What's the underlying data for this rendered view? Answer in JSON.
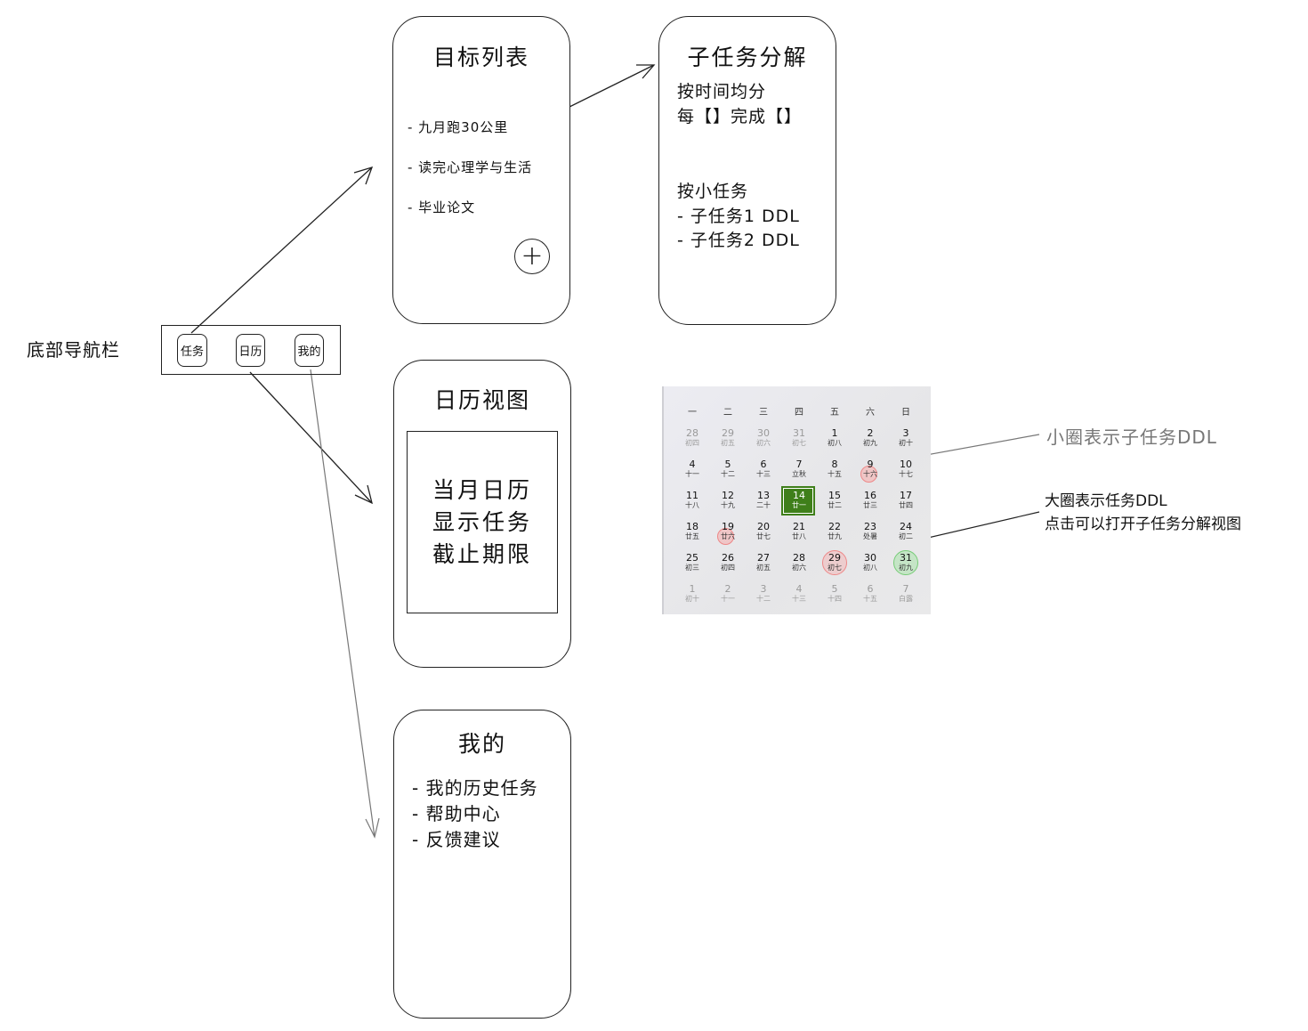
{
  "navbar": {
    "label": "底部导航栏",
    "buttons": [
      "任务",
      "日历",
      "我的"
    ]
  },
  "goal_list": {
    "title": "目标列表",
    "items": [
      "- 九月跑30公里",
      "- 读完心理学与生活",
      "- 毕业论文"
    ],
    "add_symbol": "+"
  },
  "subtask": {
    "title": "子任务分解",
    "lines": [
      "按时间均分",
      "每【】完成【】",
      "按小任务",
      "- 子任务1 DDL",
      "- 子任务2 DDL"
    ]
  },
  "calendar_view": {
    "title": "日历视图",
    "box_lines": [
      "当月日历",
      "显示任务",
      "截止期限"
    ]
  },
  "me": {
    "title": "我的",
    "items": [
      "- 我的历史任务",
      "- 帮助中心",
      "- 反馈建议"
    ]
  },
  "calendar": {
    "weekdays": [
      "一",
      "二",
      "三",
      "四",
      "五",
      "六",
      "日"
    ],
    "weeks": [
      [
        [
          "28",
          "初四"
        ],
        [
          "29",
          "初五"
        ],
        [
          "30",
          "初六"
        ],
        [
          "31",
          "初七"
        ],
        [
          "1",
          "初八"
        ],
        [
          "2",
          "初九"
        ],
        [
          "3",
          "初十"
        ]
      ],
      [
        [
          "4",
          "十一"
        ],
        [
          "5",
          "十二"
        ],
        [
          "6",
          "十三"
        ],
        [
          "7",
          "立秋"
        ],
        [
          "8",
          "十五"
        ],
        [
          "9",
          "十六"
        ],
        [
          "10",
          "十七"
        ]
      ],
      [
        [
          "11",
          "十八"
        ],
        [
          "12",
          "十九"
        ],
        [
          "13",
          "二十"
        ],
        [
          "14",
          "廿一"
        ],
        [
          "15",
          "廿二"
        ],
        [
          "16",
          "廿三"
        ],
        [
          "17",
          "廿四"
        ]
      ],
      [
        [
          "18",
          "廿五"
        ],
        [
          "19",
          "廿六"
        ],
        [
          "20",
          "廿七"
        ],
        [
          "21",
          "廿八"
        ],
        [
          "22",
          "廿九"
        ],
        [
          "23",
          "处暑"
        ],
        [
          "24",
          "初二"
        ]
      ],
      [
        [
          "25",
          "初三"
        ],
        [
          "26",
          "初四"
        ],
        [
          "27",
          "初五"
        ],
        [
          "28",
          "初六"
        ],
        [
          "29",
          "初七"
        ],
        [
          "30",
          "初八"
        ],
        [
          "31",
          "初九"
        ]
      ],
      [
        [
          "1",
          "初十"
        ],
        [
          "2",
          "十一"
        ],
        [
          "3",
          "十二"
        ],
        [
          "4",
          "十三"
        ],
        [
          "5",
          "十四"
        ],
        [
          "6",
          "十五"
        ],
        [
          "7",
          "白露"
        ]
      ]
    ],
    "today": "14",
    "accent_color": "#3f7f1a",
    "small_circle_color": "#f2b8b8",
    "large_circle_color": "#f2b8b8",
    "green_circle_color": "#b9e4b9"
  },
  "annotations": {
    "small_circle": "小圈表示子任务DDL",
    "large_circle_line1": "大圈表示任务DDL",
    "large_circle_line2": "点击可以打开子任务分解视图"
  }
}
